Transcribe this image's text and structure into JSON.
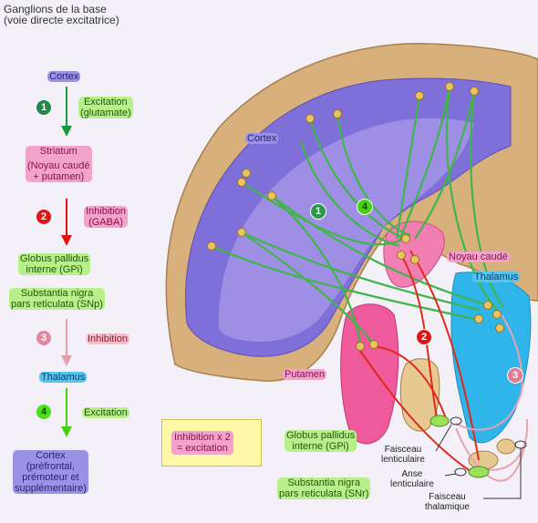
{
  "title": {
    "line1": "Ganglions de la base",
    "line2": "(voie directe excitatrice)"
  },
  "flow": {
    "cortex_top": "Cortex",
    "step1_num": "1",
    "step1_label_l1": "Excitation",
    "step1_label_l2": "(glutamate)",
    "striatum_l1": "Striatum",
    "striatum_l2": "(Noyau caudé",
    "striatum_l3": "+ putamen)",
    "step2_num": "2",
    "step2_label_l1": "Inhibition",
    "step2_label_l2": "(GABA)",
    "gpi_l1": "Globus pallidus",
    "gpi_l2": "interne (GPi)",
    "snp_l1": "Substantia nigra",
    "snp_l2": "pars reticulata (SNp)",
    "step3_num": "3",
    "step3_label": "Inhibition",
    "thalamus": "Thalamus",
    "step4_num": "4",
    "step4_label": "Excitation",
    "cortex_bottom_l1": "Cortex",
    "cortex_bottom_l2": "(préfrontal,",
    "cortex_bottom_l3": "prémoteur et",
    "cortex_bottom_l4": "supplémentaire)"
  },
  "box": {
    "line1": "Inhibition x 2",
    "line2": "= excitation"
  },
  "diagram": {
    "cortex": "Cortex",
    "num1": "1",
    "num4": "4",
    "num2": "2",
    "num3": "3",
    "noyau_caude": "Noyau caudé",
    "thalamus": "Thalamus",
    "putamen": "Putamen",
    "gpi_l1": "Globus pallidus",
    "gpi_l2": "interne (GPi)",
    "snr_l1": "Substantia nigra",
    "snr_l2": "pars reticulata (SNr)",
    "faisceau_lent_l1": "Faisceau",
    "faisceau_lent_l2": "lenticulaire",
    "anse_l1": "Anse",
    "anse_l2": "lenticulaire",
    "faisceau_thal_l1": "Faisceau",
    "faisceau_thal_l2": "thalamique"
  },
  "colors": {
    "cortex_gray": "#d8b07c",
    "white_matter": "#7f6fd8",
    "caudate": "#f27fb3",
    "thalamus": "#30b5ea",
    "green_path": "#3fb54a",
    "red_path": "#e02a1a",
    "rose_path": "#e8a2b2"
  }
}
